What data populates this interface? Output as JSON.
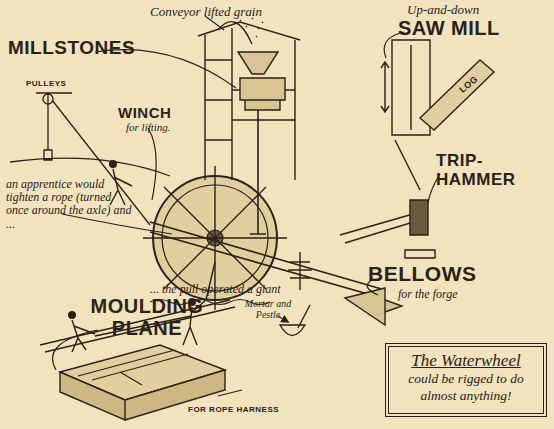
{
  "diagram": {
    "nodes": [
      {
        "text": [
          "The Waterwheel",
          "could be rigged to do almost anything!"
        ]
      }
    ],
    "labels": [
      "Conveyor lifted grain",
      "Up-and-down",
      "MILLSTONES",
      "SAW MILL",
      "PULLEYS",
      "LOG",
      "WINCH",
      "for lifting.",
      "TRIP-HAMMER",
      "an apprentice would tighten a rope (turned once around the axle) and ...",
      "BELLOWS",
      "Mortar and Pestle",
      "for the forge",
      "... the pull operated a giant",
      "MOULDING PLANE",
      "FOR ROPE HARNESS"
    ]
  }
}
